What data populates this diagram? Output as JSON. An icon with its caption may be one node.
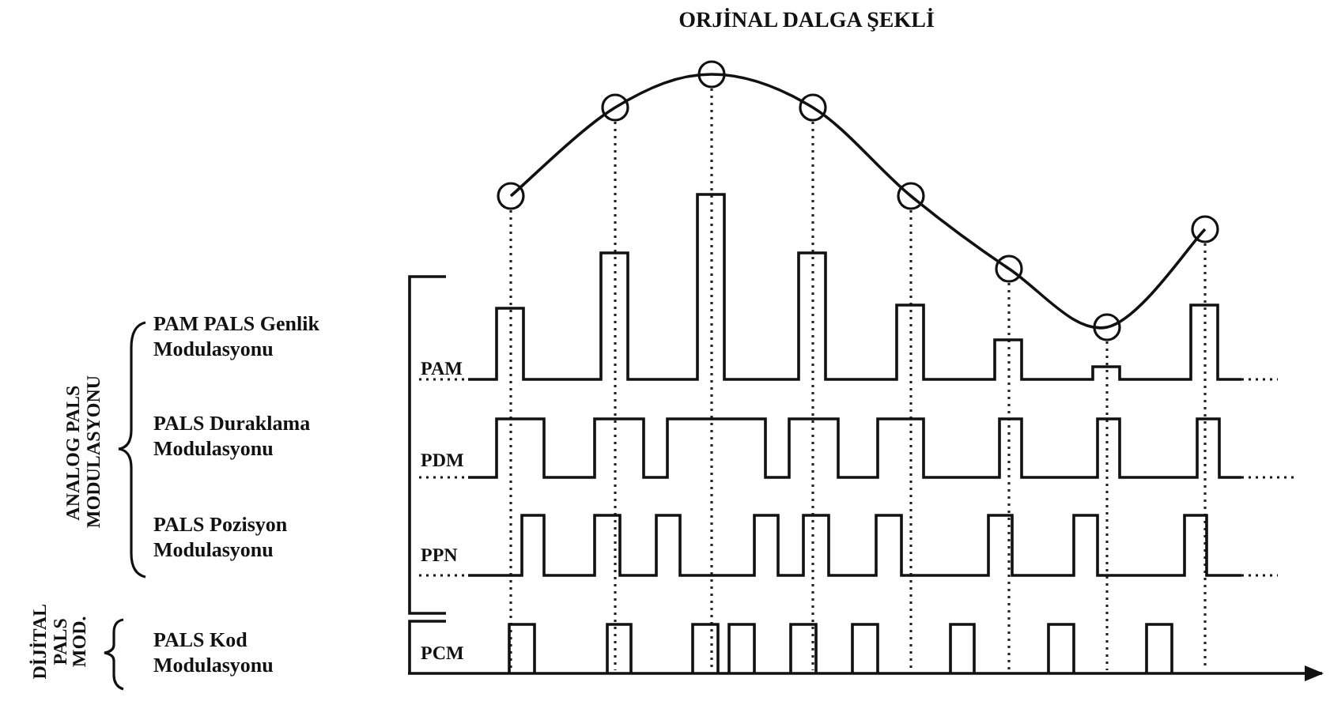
{
  "diagram": {
    "title": "ORJİNAL DALGA ŞEKLİ",
    "labels": [
      "ANALOG PALS MODULASYONU",
      "PAM PALS Genlik Modulasyonu",
      "PAM",
      "PALS Duraklama Modulasyonu",
      "PDM",
      "PALS Pozisyon Modulasyonu",
      "PPN",
      "DİJİTAL PALS MOD.",
      "PALS Kod Modulasyonu",
      "PCM"
    ]
  }
}
